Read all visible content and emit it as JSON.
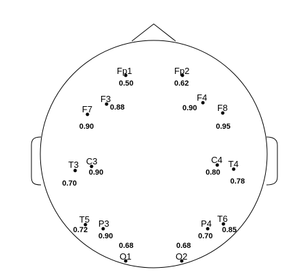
{
  "electrodes": [
    {
      "label": "Fp1",
      "value": "0.50"
    },
    {
      "label": "Fp2",
      "value": "0.62"
    },
    {
      "label": "F3",
      "value": "0.88"
    },
    {
      "label": "F4",
      "value": "0.90"
    },
    {
      "label": "F7",
      "value": "0.90"
    },
    {
      "label": "F8",
      "value": "0.95"
    },
    {
      "label": "C3",
      "value": "0.90"
    },
    {
      "label": "C4",
      "value": "0.80"
    },
    {
      "label": "T3",
      "value": "0.70"
    },
    {
      "label": "T4",
      "value": "0.78"
    },
    {
      "label": "T5",
      "value": "0.72"
    },
    {
      "label": "P3",
      "value": "0.90"
    },
    {
      "label": "P4",
      "value": "0.70"
    },
    {
      "label": "T6",
      "value": "0.85"
    },
    {
      "label": "O1",
      "value": "0.68"
    },
    {
      "label": "O2",
      "value": "0.68"
    }
  ]
}
